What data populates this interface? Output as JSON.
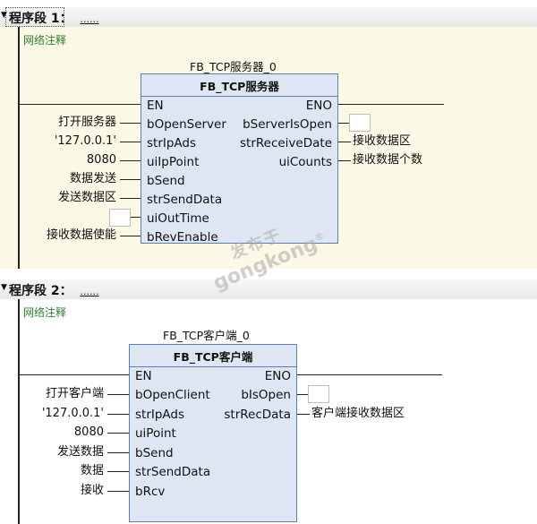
{
  "segments": [
    {
      "label": "程序段",
      "number": "1：",
      "dots": "......",
      "comment": "网络注释",
      "instance": "FB_TCP服务器_0",
      "type": "FB_TCP服务器",
      "en": "EN",
      "eno": "ENO",
      "inputs": [
        {
          "pin": "bOpenServer",
          "actual": "打开服务器"
        },
        {
          "pin": "strIpAds",
          "actual": "'127.0.0.1'"
        },
        {
          "pin": "uiIpPoint",
          "actual": "8080"
        },
        {
          "pin": "bSend",
          "actual": "数据发送"
        },
        {
          "pin": "strSendData",
          "actual": "发送数据区"
        },
        {
          "pin": "uiOutTime",
          "actual": ""
        },
        {
          "pin": "bRevEnable",
          "actual": "接收数据使能"
        }
      ],
      "outputs": [
        {
          "pin": "bServerIsOpen",
          "actual": ""
        },
        {
          "pin": "strReceiveDate",
          "actual": "接收数据区"
        },
        {
          "pin": "uiCounts",
          "actual": "接收数据个数"
        }
      ]
    },
    {
      "label": "程序段",
      "number": "2：",
      "dots": "......",
      "comment": "网络注释",
      "instance": "FB_TCP客户端_0",
      "type": "FB_TCP客户端",
      "en": "EN",
      "eno": "ENO",
      "inputs": [
        {
          "pin": "bOpenClient",
          "actual": "打开客户端"
        },
        {
          "pin": "strIpAds",
          "actual": "'127.0.0.1'"
        },
        {
          "pin": "uiPoint",
          "actual": "8080"
        },
        {
          "pin": "bSend",
          "actual": "发送数据"
        },
        {
          "pin": "strSendData",
          "actual": "数据"
        },
        {
          "pin": "bRcv",
          "actual": "接收"
        }
      ],
      "outputs": [
        {
          "pin": "bIsOpen",
          "actual": ""
        },
        {
          "pin": "strRecData",
          "actual": "客户端接收数据区"
        }
      ]
    }
  ],
  "watermark": {
    "latin": "gongkong",
    "cn": "发布于",
    "reg": "®"
  }
}
